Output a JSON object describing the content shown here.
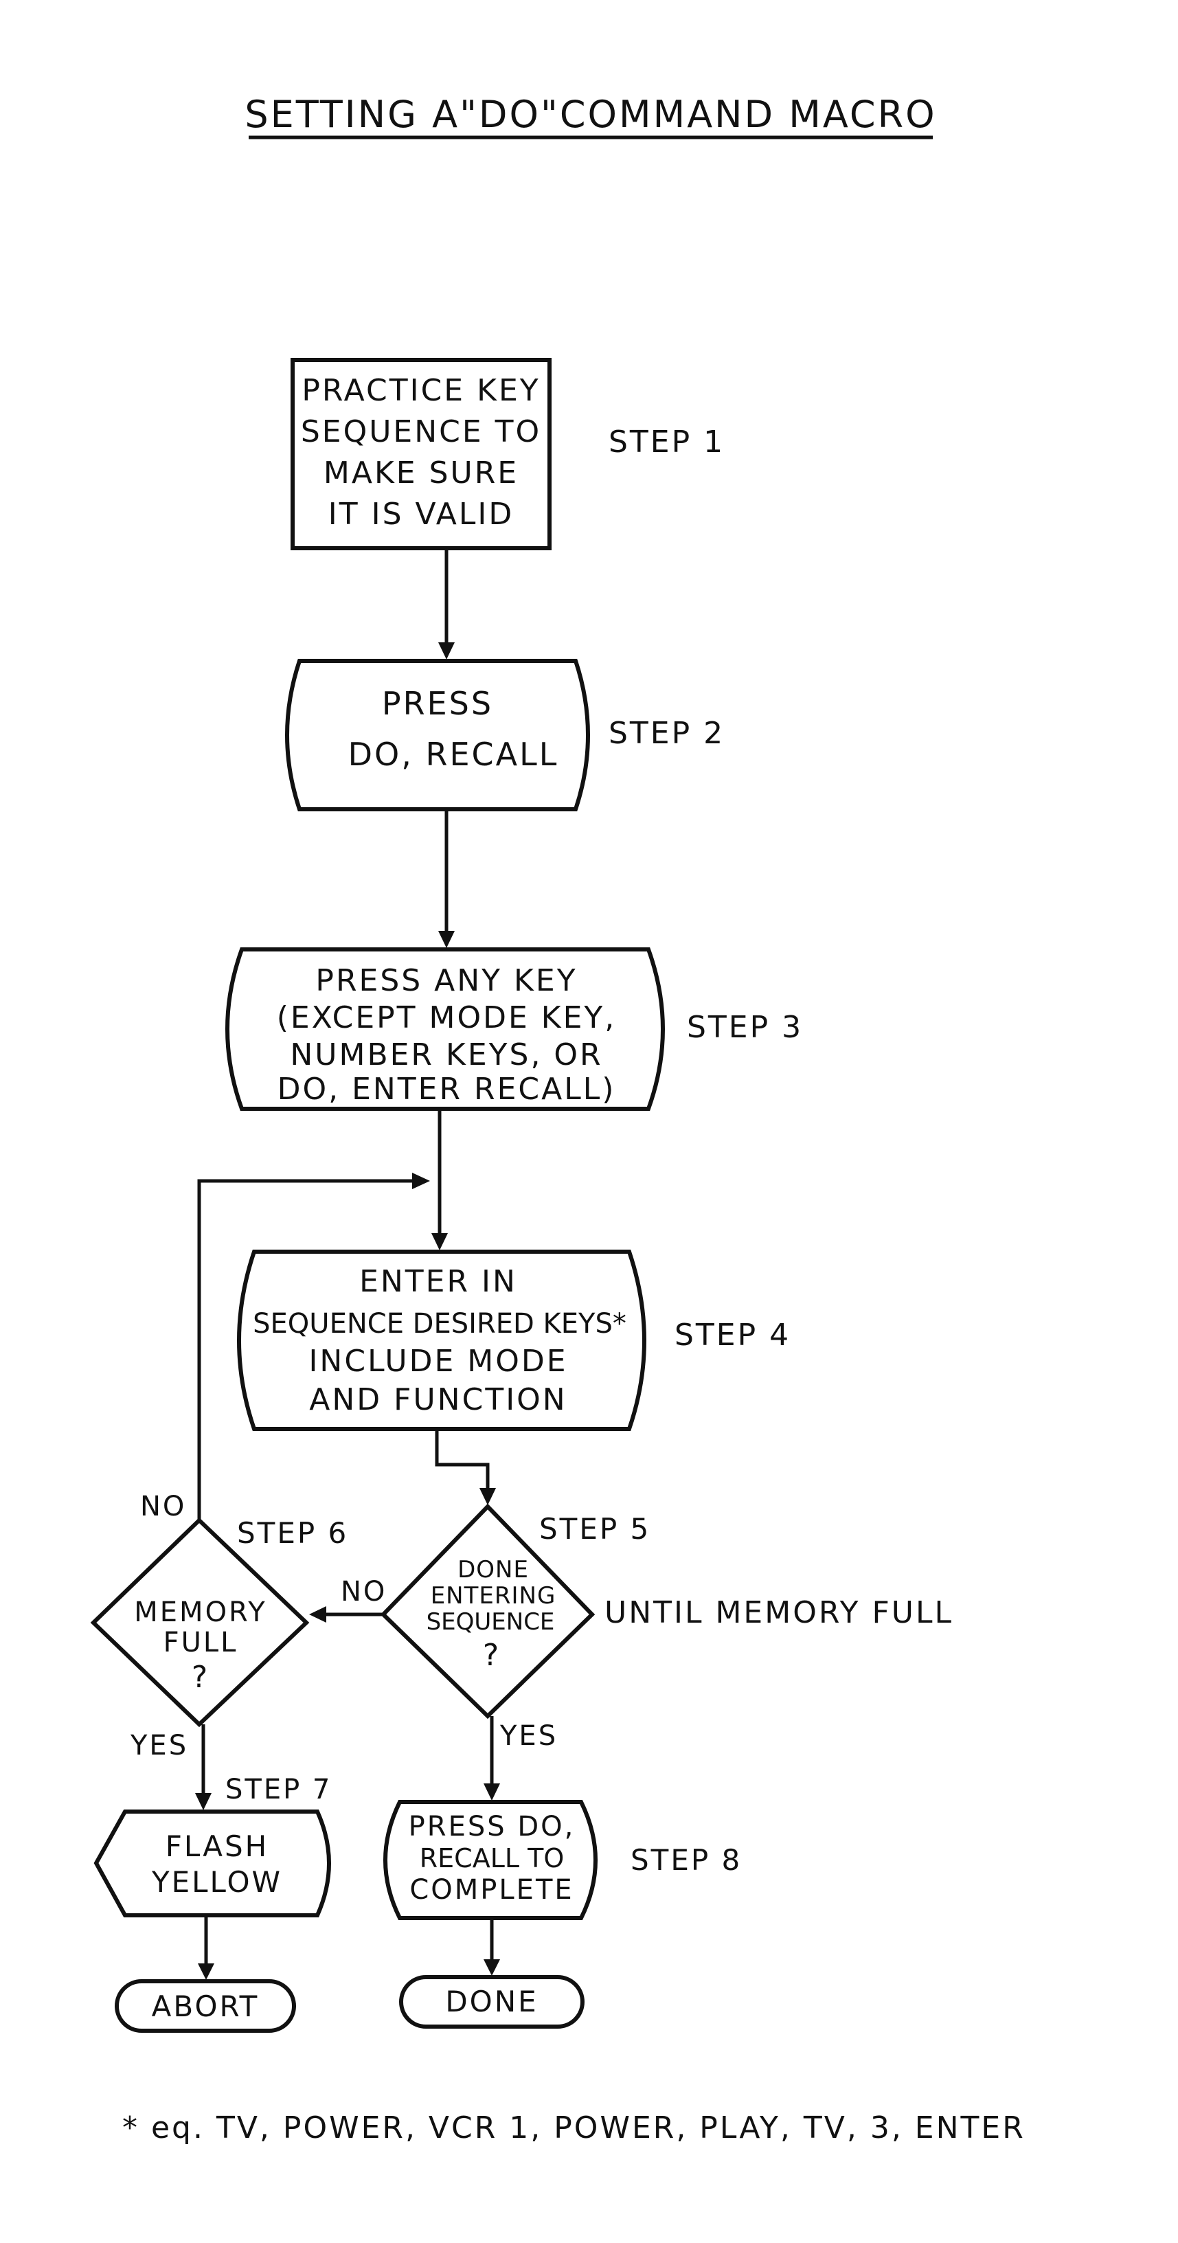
{
  "title": "SETTING A\"DO\"COMMAND MACRO",
  "colors": {
    "ink": "#111111",
    "paper": "#ffffff"
  },
  "nodes": {
    "step1_box": {
      "lines": [
        "PRACTICE KEY",
        "SEQUENCE TO",
        "MAKE SURE",
        "IT IS VALID"
      ],
      "label": "STEP 1"
    },
    "step2_box": {
      "lines": [
        "PRESS",
        "DO, RECALL"
      ],
      "label": "STEP 2"
    },
    "step3_box": {
      "lines": [
        "PRESS ANY KEY",
        "(EXCEPT MODE KEY,",
        "NUMBER KEYS, OR",
        "DO, ENTER RECALL)"
      ],
      "label": "STEP 3"
    },
    "step4_box": {
      "lines": [
        "ENTER IN",
        "SEQUENCE DESIRED KEYS*",
        "INCLUDE MODE",
        "AND FUNCTION"
      ],
      "label": "STEP 4"
    },
    "step5_diamond": {
      "lines": [
        "DONE",
        "ENTERING",
        "SEQUENCE",
        "?"
      ],
      "label": "STEP 5",
      "note": "UNTIL MEMORY FULL"
    },
    "step6_diamond": {
      "lines": [
        "MEMORY",
        "FULL",
        "?"
      ],
      "label": "STEP 6"
    },
    "step7_box": {
      "lines": [
        "FLASH",
        "YELLOW"
      ],
      "label": "STEP 7"
    },
    "step8_box": {
      "lines": [
        "PRESS DO,",
        "RECALL TO",
        "COMPLETE"
      ],
      "label": "STEP 8"
    },
    "abort_terminal": {
      "text": "ABORT"
    },
    "done_terminal": {
      "text": "DONE"
    }
  },
  "edges": {
    "step5_no": "NO",
    "step5_yes": "YES",
    "step6_no": "NO",
    "step6_yes": "YES"
  },
  "footnote": "* eq. TV, POWER, VCR 1, POWER, PLAY, TV, 3, ENTER"
}
